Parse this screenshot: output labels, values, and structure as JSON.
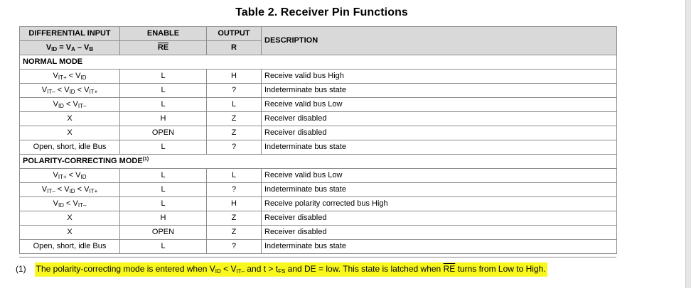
{
  "title": "Table 2. Receiver Pin Functions",
  "header": {
    "col1_top": "DIFFERENTIAL INPUT",
    "col2_top": "ENABLE",
    "col3_top": "OUTPUT",
    "col4": "DESCRIPTION",
    "col2_sub": "RE",
    "col3_sub": "R",
    "col1_sub": {
      "v": "V",
      "id": "ID",
      "eq": " = V",
      "a": "A",
      "minus": " – V",
      "b": "B"
    }
  },
  "sections": [
    {
      "label": "NORMAL MODE",
      "footnote_mark": "",
      "rows": [
        {
          "input": "VIT+ < VID",
          "enable": "L",
          "output": "H",
          "description": "Receive valid bus High"
        },
        {
          "input": "VIT– < VID < VIT+",
          "enable": "L",
          "output": "?",
          "description": "Indeterminate bus state"
        },
        {
          "input": "VID < VIT–",
          "enable": "L",
          "output": "L",
          "description": "Receive valid bus Low"
        },
        {
          "input": "X",
          "enable": "H",
          "output": "Z",
          "description": "Receiver disabled"
        },
        {
          "input": "X",
          "enable": "OPEN",
          "output": "Z",
          "description": "Receiver disabled"
        },
        {
          "input": "Open, short, idle Bus",
          "enable": "L",
          "output": "?",
          "description": "Indeterminate bus state"
        }
      ]
    },
    {
      "label": "POLARITY-CORRECTING MODE",
      "footnote_mark": "(1)",
      "rows": [
        {
          "input": "VIT+ < VID",
          "enable": "L",
          "output": "L",
          "description": "Receive valid bus Low"
        },
        {
          "input": "VIT– < VID < VIT+",
          "enable": "L",
          "output": "?",
          "description": "Indeterminate bus state"
        },
        {
          "input": "VID < VIT–",
          "enable": "L",
          "output": "H",
          "description": "Receive polarity corrected bus High"
        },
        {
          "input": "X",
          "enable": "H",
          "output": "Z",
          "description": "Receiver disabled"
        },
        {
          "input": "X",
          "enable": "OPEN",
          "output": "Z",
          "description": "Receiver disabled"
        },
        {
          "input": "Open, short, idle Bus",
          "enable": "L",
          "output": "?",
          "description": "Indeterminate bus state"
        }
      ]
    }
  ],
  "footnote": {
    "number": "(1)",
    "t1": "The polarity-correcting mode is entered when V",
    "s1": "ID",
    "t2": " < V",
    "s2": "IT–",
    "t3": " and t > t",
    "s3": "FS",
    "t4": " and DE = low. This state is latched when ",
    "re": "RE",
    "t5": " turns from Low to High.",
    "highlight_color": "#f8f71e"
  }
}
